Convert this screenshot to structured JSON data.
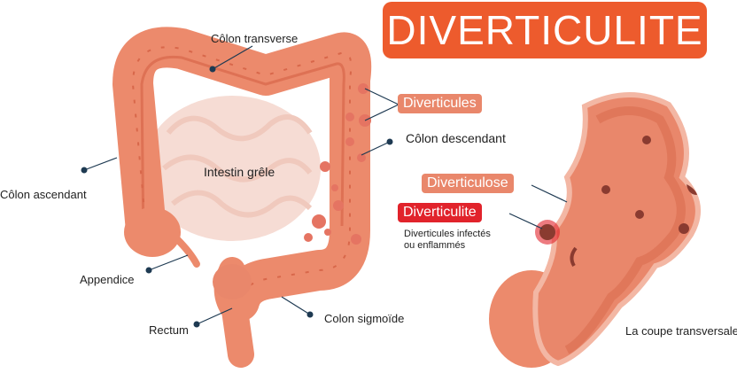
{
  "title": "DIVERTICULITE",
  "labels": {
    "colon_transverse": "Côlon transverse",
    "colon_ascendant": "Côlon ascendant",
    "intestin_grele": "Intestin grêle",
    "appendice": "Appendice",
    "rectum": "Rectum",
    "colon_sigmoide": "Colon sigmoïde",
    "colon_descendant": "Côlon descendant",
    "coupe": "La coupe transversale"
  },
  "tags": {
    "diverticules": "Diverticules",
    "diverticulose": "Diverticulose",
    "diverticulite": "Diverticulite"
  },
  "notes": {
    "infected_line1": "Diverticules infectés",
    "infected_line2": "ou enflammés"
  },
  "colors": {
    "title_bg": "#ed5b2d",
    "colon": "#ec8a6c",
    "colon_dark": "#d8674a",
    "small_intestine": "#f6dcd4",
    "inflamed": "#e1232b",
    "leader": "#1e3a52"
  }
}
